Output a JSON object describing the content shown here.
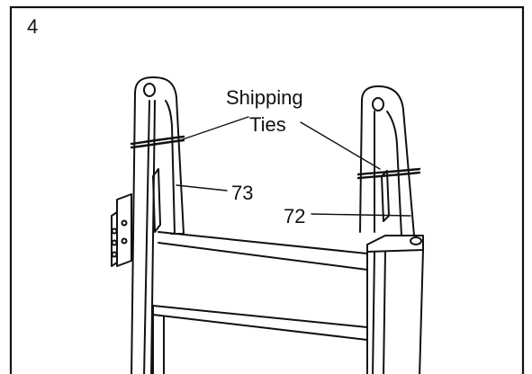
{
  "step": {
    "number": "4"
  },
  "callouts": {
    "shipping_line1": "Shipping",
    "shipping_line2": "Ties",
    "part_73": "73",
    "part_72": "72"
  },
  "colors": {
    "ink": "#111111",
    "paper": "#ffffff"
  }
}
